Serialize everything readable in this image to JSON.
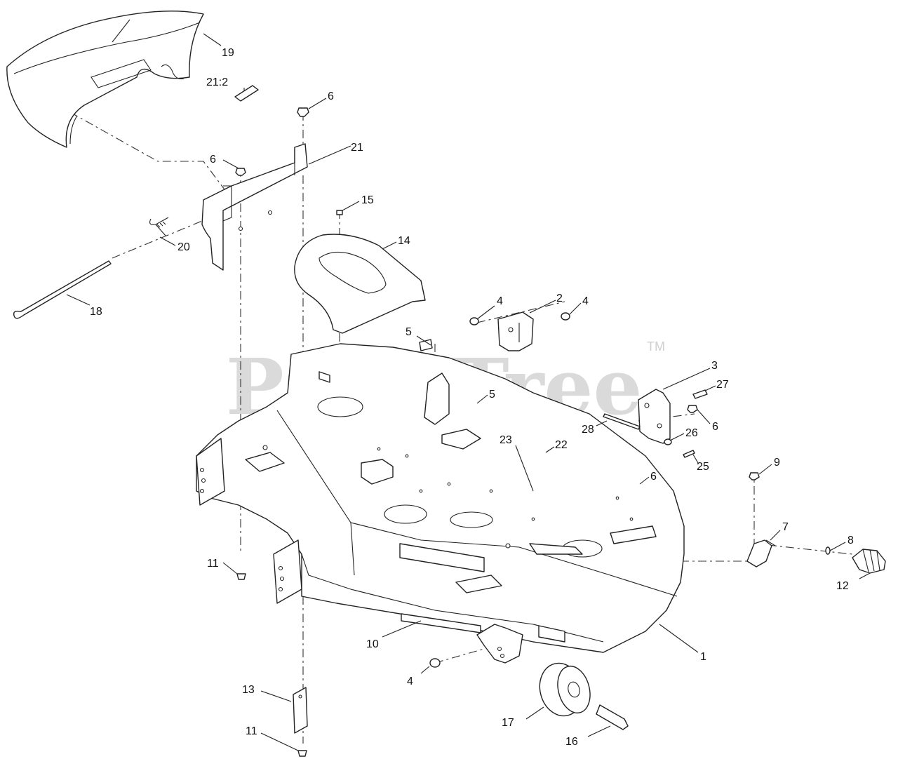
{
  "watermark": {
    "text": "PartsTree",
    "tm": "TM"
  },
  "callouts": [
    {
      "id": "c1",
      "label": "1"
    },
    {
      "id": "c2",
      "label": "2"
    },
    {
      "id": "c3",
      "label": "3"
    },
    {
      "id": "c4a",
      "label": "4"
    },
    {
      "id": "c4b",
      "label": "4"
    },
    {
      "id": "c4c",
      "label": "4"
    },
    {
      "id": "c5a",
      "label": "5"
    },
    {
      "id": "c5b",
      "label": "5"
    },
    {
      "id": "c6a",
      "label": "6"
    },
    {
      "id": "c6b",
      "label": "6"
    },
    {
      "id": "c6c",
      "label": "6"
    },
    {
      "id": "c6d",
      "label": "6"
    },
    {
      "id": "c7",
      "label": "7"
    },
    {
      "id": "c8",
      "label": "8"
    },
    {
      "id": "c9",
      "label": "9"
    },
    {
      "id": "c10",
      "label": "10"
    },
    {
      "id": "c11a",
      "label": "11"
    },
    {
      "id": "c11b",
      "label": "11"
    },
    {
      "id": "c12",
      "label": "12"
    },
    {
      "id": "c13",
      "label": "13"
    },
    {
      "id": "c14",
      "label": "14"
    },
    {
      "id": "c15",
      "label": "15"
    },
    {
      "id": "c16",
      "label": "16"
    },
    {
      "id": "c17",
      "label": "17"
    },
    {
      "id": "c18",
      "label": "18"
    },
    {
      "id": "c19",
      "label": "19"
    },
    {
      "id": "c20",
      "label": "20"
    },
    {
      "id": "c21",
      "label": "21"
    },
    {
      "id": "c21-2",
      "label": "21:2"
    },
    {
      "id": "c22",
      "label": "22"
    },
    {
      "id": "c23",
      "label": "23"
    },
    {
      "id": "c25",
      "label": "25"
    },
    {
      "id": "c26",
      "label": "26"
    },
    {
      "id": "c27",
      "label": "27"
    },
    {
      "id": "c28",
      "label": "28"
    }
  ]
}
